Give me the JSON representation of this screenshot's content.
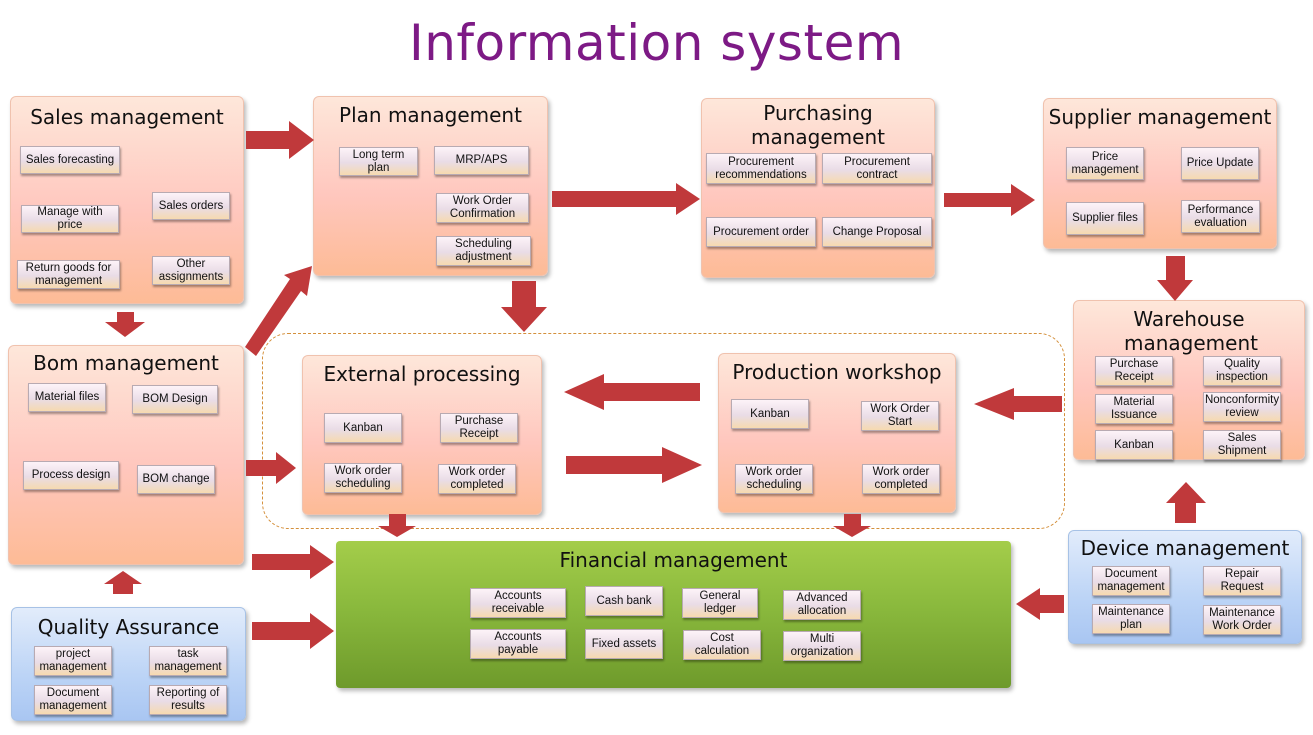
{
  "title": "Information system",
  "colors": {
    "title": "#7d1a85",
    "arrow": "#c0393b",
    "dashed_border": "#d4903c",
    "financial": "#8ab93d"
  },
  "sales": {
    "title": "Sales management",
    "items": [
      "Sales forecasting",
      "Manage with price",
      "Sales orders",
      "Return goods for management",
      "Other assignments"
    ]
  },
  "plan": {
    "title": "Plan management",
    "items": [
      "Long term plan",
      "MRP/APS",
      "Work Order Confirmation",
      "Scheduling adjustment"
    ]
  },
  "purchasing": {
    "title": "Purchasing management",
    "items": [
      "Procurement recommendations",
      "Procurement contract",
      "Procurement order",
      "Change Proposal"
    ]
  },
  "supplier": {
    "title": "Supplier management",
    "items": [
      "Price management",
      "Price Update",
      "Supplier files",
      "Performance evaluation"
    ]
  },
  "warehouse": {
    "title": "Warehouse management",
    "items": [
      "Purchase Receipt",
      "Quality inspection",
      "Material Issuance",
      "Nonconformity review",
      "Kanban",
      "Sales Shipment"
    ]
  },
  "bom": {
    "title": "Bom management",
    "items": [
      "Material files",
      "BOM Design",
      "Process design",
      "BOM change"
    ]
  },
  "external": {
    "title": "External processing",
    "items": [
      "Kanban",
      "Purchase Receipt",
      "Work order scheduling",
      "Work order completed"
    ]
  },
  "production": {
    "title": "Production workshop",
    "items": [
      "Kanban",
      "Work Order Start",
      "Work order scheduling",
      "Work order completed"
    ]
  },
  "device": {
    "title": "Device management",
    "items": [
      "Document management",
      "Repair Request",
      "Maintenance plan",
      "Maintenance Work Order"
    ]
  },
  "quality": {
    "title": "Quality Assurance",
    "items": [
      "project management",
      "task management",
      "Document management",
      "Reporting of results"
    ]
  },
  "financial": {
    "title": "Financial management",
    "items": [
      "Accounts receivable",
      "Cash bank",
      "General ledger",
      "Advanced allocation",
      "Accounts payable",
      "Fixed assets",
      "Cost calculation",
      "Multi organization"
    ]
  }
}
